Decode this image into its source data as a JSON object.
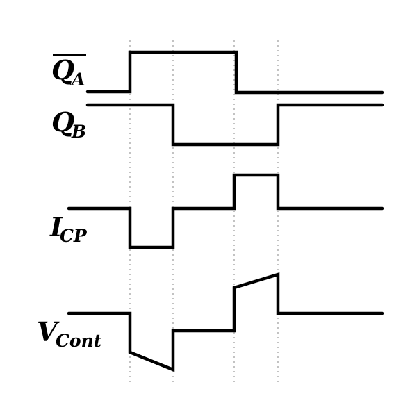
{
  "signals": [
    {
      "id": "qa_bar",
      "name": "Q",
      "subscript": "A",
      "overline": true
    },
    {
      "id": "qb",
      "name": "Q",
      "subscript": "B",
      "overline": false
    },
    {
      "id": "icp",
      "name": "I",
      "subscript": "CP",
      "overline": false
    },
    {
      "id": "vcont",
      "name": "V",
      "subscript": "Cont",
      "overline": false
    }
  ],
  "colors": {
    "waveform": "#000000",
    "guide": "#b4b4b4",
    "background": "#ffffff"
  }
}
